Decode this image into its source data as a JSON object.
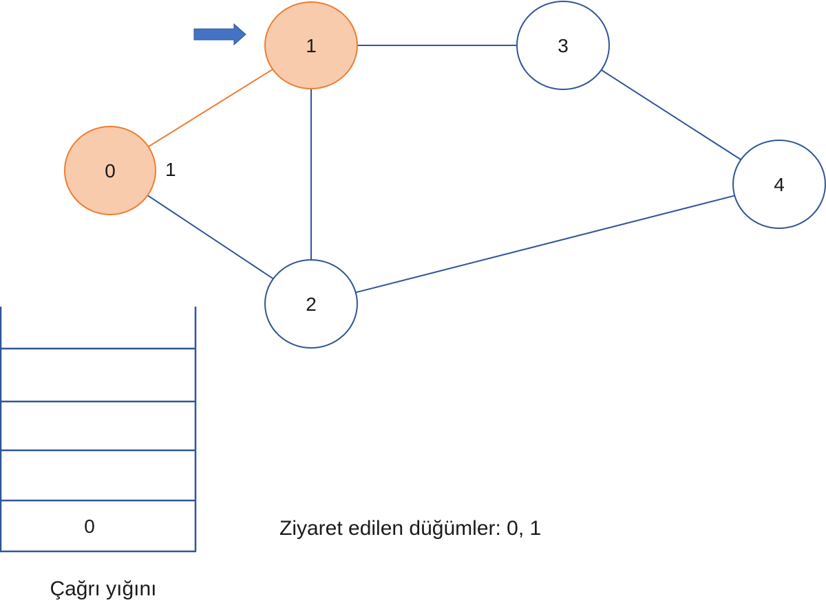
{
  "colors": {
    "visited_fill": "#f8cbad",
    "visited_stroke": "#ed7d31",
    "default_fill": "#ffffff",
    "default_stroke": "#2f5597",
    "edge_default": "#2f5597",
    "edge_visited": "#ed7d31",
    "pointer_arrow": "#4472c4",
    "text": "#1a1a1a"
  },
  "graph": {
    "nodes": [
      {
        "id": "0",
        "label": "0",
        "visited": true
      },
      {
        "id": "1",
        "label": "1",
        "visited": true
      },
      {
        "id": "2",
        "label": "2",
        "visited": false
      },
      {
        "id": "3",
        "label": "3",
        "visited": false
      },
      {
        "id": "4",
        "label": "4",
        "visited": false
      }
    ],
    "edges": [
      {
        "from": "0",
        "to": "1",
        "visited": true
      },
      {
        "from": "0",
        "to": "2",
        "visited": false
      },
      {
        "from": "1",
        "to": "2",
        "visited": false
      },
      {
        "from": "1",
        "to": "3",
        "visited": false
      },
      {
        "from": "3",
        "to": "4",
        "visited": false
      },
      {
        "from": "2",
        "to": "4",
        "visited": false
      }
    ],
    "current_node": "1",
    "annotation": "1"
  },
  "call_stack": {
    "caption": "Çağrı yığını",
    "slots": [
      "",
      "",
      "",
      "",
      "0"
    ]
  },
  "visited_text": "Ziyaret edilen düğümler: 0, 1",
  "icons": {
    "pointer": "right-arrow-icon"
  }
}
